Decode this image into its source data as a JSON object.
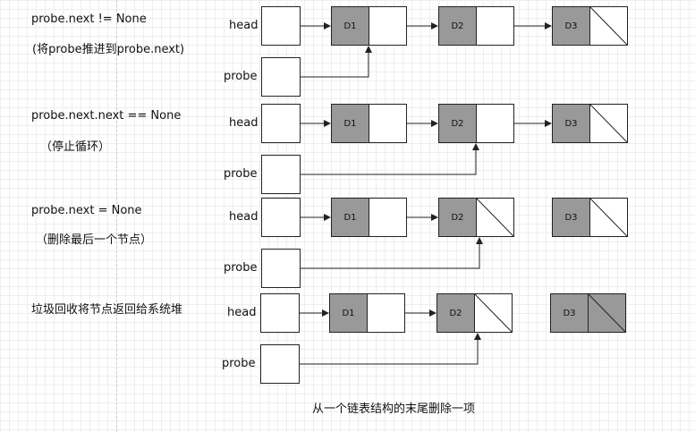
{
  "steps": [
    {
      "condition": "probe.next != None",
      "note": "(将probe推进到probe.next)",
      "head_label": "head",
      "probe_label": "probe",
      "nodes": [
        {
          "data": "D1",
          "next": "arrow"
        },
        {
          "data": "D2",
          "next": "arrow"
        },
        {
          "data": "D3",
          "next": "null"
        }
      ],
      "probe_points_to": "D1"
    },
    {
      "condition": "probe.next.next == None",
      "note": "（停止循环）",
      "head_label": "head",
      "probe_label": "probe",
      "nodes": [
        {
          "data": "D1",
          "next": "arrow"
        },
        {
          "data": "D2",
          "next": "arrow"
        },
        {
          "data": "D3",
          "next": "null"
        }
      ],
      "probe_points_to": "D2"
    },
    {
      "condition": "probe.next = None",
      "note": "（删除最后一个节点）",
      "head_label": "head",
      "probe_label": "probe",
      "nodes": [
        {
          "data": "D1",
          "next": "arrow"
        },
        {
          "data": "D2",
          "next": "null"
        },
        {
          "data": "D3",
          "next": "null"
        }
      ],
      "probe_points_to": "D2"
    },
    {
      "condition": "垃圾回收将节点返回给系统堆",
      "note": "",
      "head_label": "head",
      "probe_label": "probe",
      "nodes": [
        {
          "data": "D1",
          "next": "arrow"
        },
        {
          "data": "D2",
          "next": "null"
        },
        {
          "data": "D3",
          "next": "null-gray"
        }
      ],
      "probe_points_to": "D2"
    }
  ],
  "caption": "从一个链表结构的末尾删除一项",
  "colors": {
    "node_data_fill": "#999999",
    "line": "#222222",
    "grid": "#eeeeee"
  }
}
